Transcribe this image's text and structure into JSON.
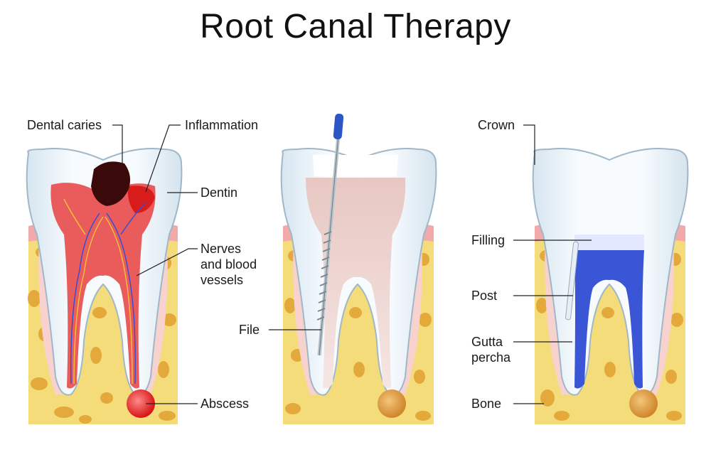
{
  "title": "Root Canal Therapy",
  "panels": {
    "diseased": {
      "labels": {
        "dental_caries": "Dental caries",
        "inflammation": "Inflammation",
        "dentin": "Dentin",
        "nerves_line1": "Nerves",
        "nerves_line2": "and blood",
        "nerves_line3": "vessels",
        "abscess": "Abscess"
      }
    },
    "cleaning": {
      "labels": {
        "file": "File"
      }
    },
    "restored": {
      "labels": {
        "crown": "Crown",
        "filling": "Filling",
        "post": "Post",
        "gutta_line1": "Gutta",
        "gutta_line2": "percha",
        "bone": "Bone"
      }
    }
  },
  "colors": {
    "bone": "#f5dc7a",
    "bone_spots": "#e3a93a",
    "gum": "#f1a9a9",
    "enamel": "#f4f9fc",
    "pulp_inflamed": "#e23a3a",
    "caries": "#3a0a0a",
    "file_handle": "#2a56c6",
    "gutta_percha": "#3a55d6"
  }
}
